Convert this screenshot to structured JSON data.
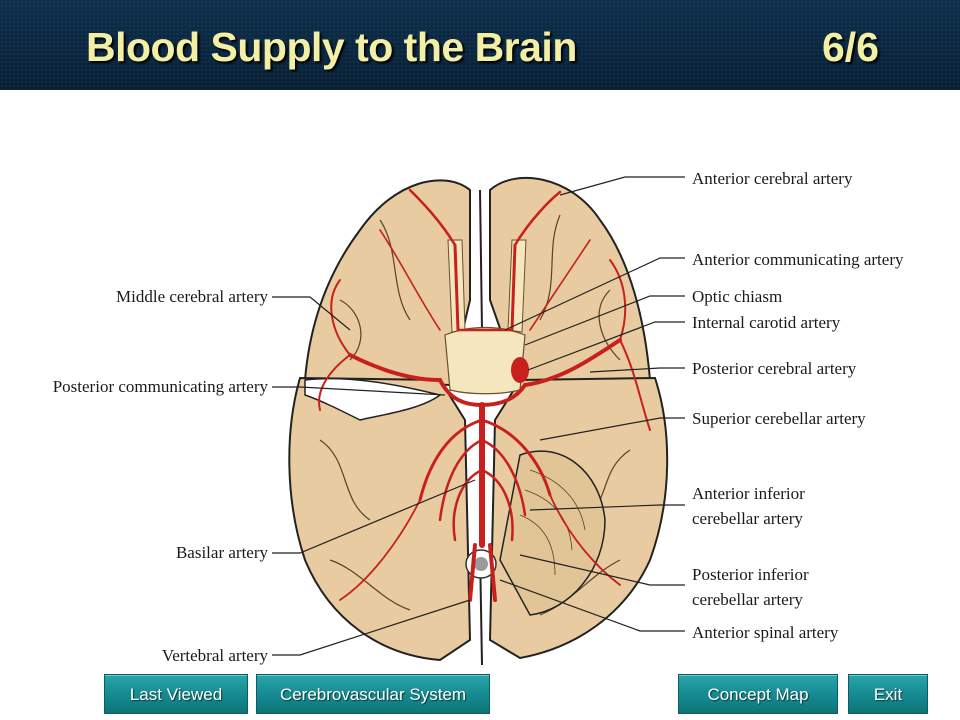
{
  "header": {
    "title": "Blood Supply to the Brain",
    "slide_number": "6/6"
  },
  "labels": {
    "anterior_cerebral": "Anterior cerebral artery",
    "anterior_communicating": "Anterior communicating artery",
    "optic_chiasm": "Optic chiasm",
    "internal_carotid": "Internal carotid artery",
    "posterior_cerebral": "Posterior cerebral artery",
    "superior_cerebellar": "Superior cerebellar artery",
    "anterior_inferior_1": "Anterior inferior",
    "anterior_inferior_2": "cerebellar artery",
    "posterior_inferior_1": "Posterior inferior",
    "posterior_inferior_2": "cerebellar artery",
    "anterior_spinal": "Anterior spinal artery",
    "middle_cerebral": "Middle cerebral artery",
    "posterior_communicating": "Posterior communicating artery",
    "basilar": "Basilar artery",
    "vertebral": "Vertebral artery"
  },
  "nav": {
    "last_viewed": "Last Viewed",
    "cerebrovascular": "Cerebrovascular System",
    "concept_map": "Concept Map",
    "exit": "Exit"
  },
  "colors": {
    "title": "#f3f0a6",
    "header_bg": "#0b2740",
    "button": "#168c91",
    "brain": "#e8cba0",
    "artery": "#c8201c"
  }
}
